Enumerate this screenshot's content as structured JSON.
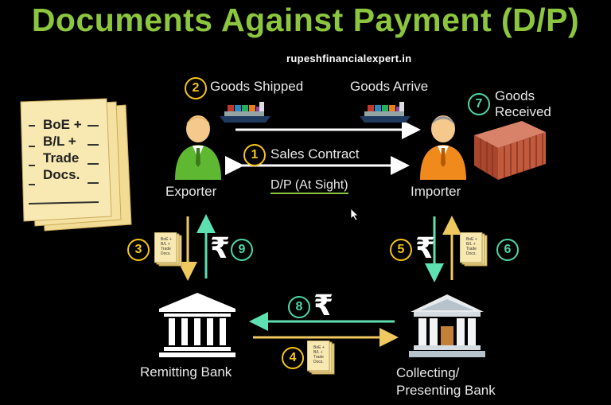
{
  "title": "Documents Against Payment (D/P)",
  "website": "rupeshfinancialexpert.in",
  "documents_stack": {
    "lines": [
      "BoE +",
      "B/L +",
      "Trade",
      "Docs."
    ]
  },
  "mini_doc_lines": [
    "BoE +",
    "B/L +",
    "Trade",
    "Docs."
  ],
  "parties": {
    "exporter": "Exporter",
    "importer": "Importer",
    "remitting_bank": "Remitting Bank",
    "collecting_bank_line1": "Collecting/",
    "collecting_bank_line2": "Presenting Bank"
  },
  "steps": {
    "s1": {
      "num": "1",
      "label": "Sales Contract"
    },
    "s2": {
      "num": "2",
      "label": "Goods Shipped"
    },
    "goods_arrive": "Goods Arrive",
    "s3": {
      "num": "3"
    },
    "s4": {
      "num": "4"
    },
    "s5": {
      "num": "5"
    },
    "s6": {
      "num": "6"
    },
    "s7": {
      "num": "7",
      "label_line1": "Goods",
      "label_line2": "Received"
    },
    "s8": {
      "num": "8"
    },
    "s9": {
      "num": "9"
    }
  },
  "payment_term": "D/P (At Sight)",
  "rupee_symbol": "₹",
  "colors": {
    "title_green": "#8cc63f",
    "step_yellow": "#f5c518",
    "step_teal": "#4fd6a8",
    "arrow_yellow": "#f0c860",
    "arrow_teal": "#5fe0b0",
    "paper": "#f7e6a8"
  }
}
